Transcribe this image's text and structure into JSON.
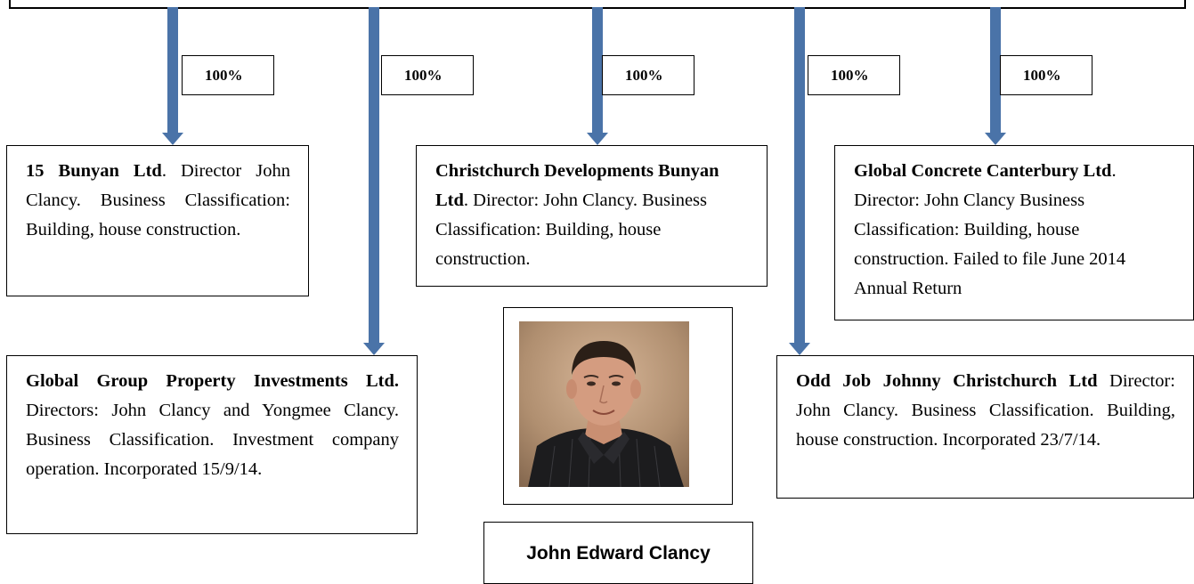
{
  "ownership": [
    {
      "percent": "100%"
    },
    {
      "percent": "100%"
    },
    {
      "percent": "100%"
    },
    {
      "percent": "100%"
    },
    {
      "percent": "100%"
    }
  ],
  "companies": {
    "bunyan15": {
      "name": "15 Bunyan Ltd",
      "details": ". Director John Clancy. Business Classification: Building, house construction."
    },
    "christchurch_dev": {
      "name": "Christchurch Developments Bunyan Ltd",
      "details": ". Director: John Clancy. Business Classification: Building, house construction."
    },
    "global_concrete": {
      "name": "Global Concrete Canterbury Ltd",
      "details": ". Director: John Clancy Business Classification: Building, house construction. Failed to file June 2014 Annual Return"
    },
    "global_group": {
      "name": "Global Group Property Investments Ltd.",
      "details": " Directors: John Clancy and Yongmee Clancy. Business Classification. Investment company operation. Incorporated 15/9/14."
    },
    "odd_job": {
      "name": "Odd Job Johnny Christchurch Ltd",
      "details": " Director: John Clancy. Business Classification. Building, house construction. Incorporated 23/7/14."
    }
  },
  "person": {
    "name": "John Edward Clancy"
  },
  "colors": {
    "arrow": "#4a73a8"
  }
}
